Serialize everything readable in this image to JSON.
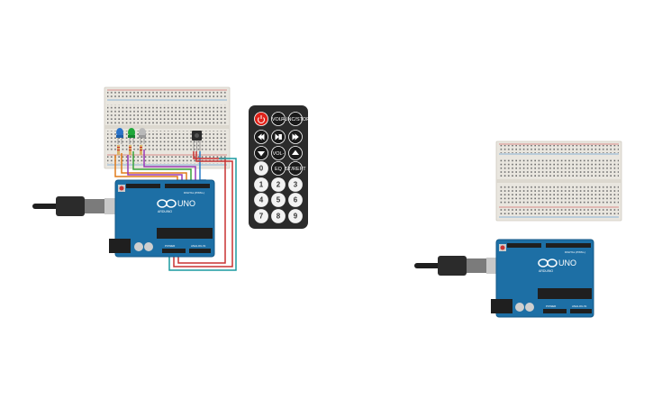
{
  "colors": {
    "background": "#ffffff",
    "breadboard": "#e9e6df",
    "arduino_board": "#1d6fa5",
    "remote_body": "#2b2b2b",
    "power_button": "#e0241b",
    "led_blue": "#2a73c9",
    "led_green": "#1fa83a",
    "led_white": "#b9b9b9",
    "wire_orange": "#e07b1a",
    "wire_green": "#38a33a",
    "wire_purple": "#9a3ab5",
    "wire_red": "#c83232",
    "wire_blue": "#2a7ec9",
    "wire_teal": "#1a9aa0"
  },
  "arduino_left": {
    "brand": "ARDUINO",
    "model": "UNO",
    "digital_label": "DIGITAL (PWM~)",
    "power_label": "POWER",
    "analog_label": "ANALOG IN"
  },
  "arduino_right": {
    "brand": "ARDUINO",
    "model": "UNO",
    "digital_label": "DIGITAL (PWM~)",
    "power_label": "POWER",
    "analog_label": "ANALOG IN"
  },
  "remote": {
    "buttons": [
      {
        "label": "",
        "icon": "power-icon"
      },
      {
        "label": "VOL+",
        "icon": ""
      },
      {
        "label": "FUNC/STOP",
        "icon": ""
      },
      {
        "label": "",
        "icon": "rewind-icon"
      },
      {
        "label": "",
        "icon": "play-pause-icon"
      },
      {
        "label": "",
        "icon": "fast-forward-icon"
      },
      {
        "label": "",
        "icon": "down-icon"
      },
      {
        "label": "VOL-",
        "icon": ""
      },
      {
        "label": "",
        "icon": "up-icon"
      },
      {
        "label": "0",
        "icon": ""
      },
      {
        "label": "EQ",
        "icon": ""
      },
      {
        "label": "ST/REPT",
        "icon": ""
      },
      {
        "label": "1",
        "icon": ""
      },
      {
        "label": "2",
        "icon": ""
      },
      {
        "label": "3",
        "icon": ""
      },
      {
        "label": "4",
        "icon": ""
      },
      {
        "label": "5",
        "icon": ""
      },
      {
        "label": "6",
        "icon": ""
      },
      {
        "label": "7",
        "icon": ""
      },
      {
        "label": "8",
        "icon": ""
      },
      {
        "label": "9",
        "icon": ""
      }
    ]
  }
}
